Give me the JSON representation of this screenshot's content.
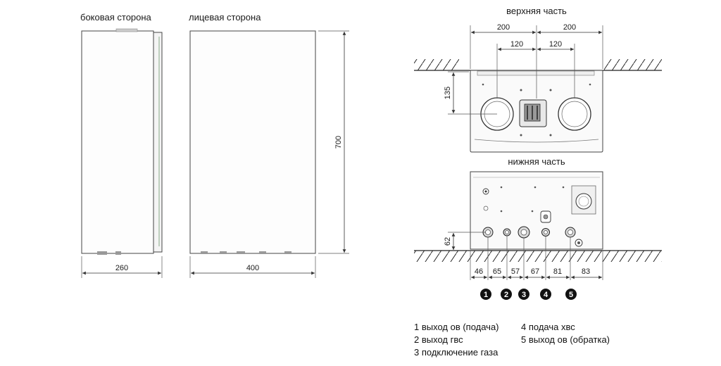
{
  "side_view": {
    "caption": "боковая сторона",
    "width_dim": "260"
  },
  "front_view": {
    "caption": "лицевая сторона",
    "width_dim": "400",
    "height_dim": "700"
  },
  "top_view": {
    "caption": "верхняя часть",
    "dim_outer_left": "200",
    "dim_outer_right": "200",
    "dim_inner_left": "120",
    "dim_inner_right": "120",
    "dim_height": "135"
  },
  "bottom_view": {
    "caption": "нижняя часть",
    "dim_height": "62",
    "spacings": [
      "46",
      "65",
      "57",
      "67",
      "81",
      "83"
    ]
  },
  "connections": [
    {
      "number": "1",
      "label": "1 выход ов (подача)"
    },
    {
      "number": "2",
      "label": "2 выход гвс"
    },
    {
      "number": "3",
      "label": "3 подключение газа"
    },
    {
      "number": "4",
      "label": "4 подача хвс"
    },
    {
      "number": "5",
      "label": "5 выход ов (обратка)"
    }
  ]
}
